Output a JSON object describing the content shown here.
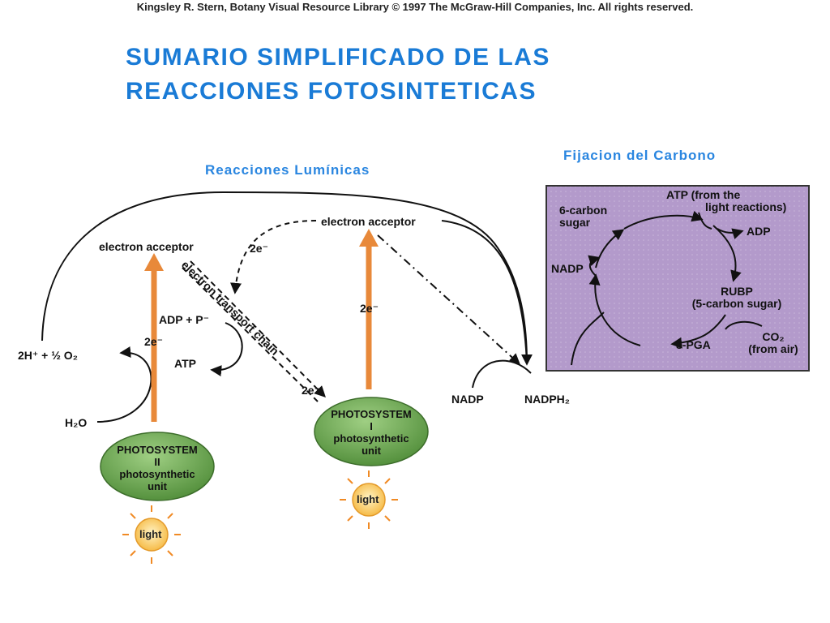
{
  "credit": "Kingsley R. Stern, Botany Visual Resource Library © 1997 The McGraw-Hill Companies, Inc. All rights reserved.",
  "title": {
    "line1": "SUMARIO SIMPLIFICADO DE LAS",
    "line2": "REACCIONES FOTOSINTETICAS"
  },
  "sections": {
    "light_reactions": "Reacciones Lumínicas",
    "carbon_fixation": "Fijacion del Carbono"
  },
  "light_reactions": {
    "electron_acceptor_left": "electron acceptor",
    "electron_acceptor_right": "electron acceptor",
    "two_e_top": "2e⁻",
    "two_e_left": "2e⁻",
    "two_e_mid": "2e⁻",
    "two_e_chain": "2e⁻",
    "adp_p": "ADP + P⁻",
    "atp": "ATP",
    "oxygen_h": "2H⁺ + ½ O₂",
    "water": "H₂O",
    "electron_transport_chain": "electron transport chain",
    "nadp": "NADP",
    "nadph2": "NADPH₂",
    "photosystem_2": [
      "PHOTOSYSTEM",
      "II",
      "photosynthetic",
      "unit"
    ],
    "photosystem_1": [
      "PHOTOSYSTEM",
      "I",
      "photosynthetic",
      "unit"
    ],
    "light_1": "light",
    "light_2": "light"
  },
  "calvin_cycle": {
    "atp_line1": "ATP (from the",
    "atp_line2": "light reactions)",
    "six_carbon_line1": "6-carbon",
    "six_carbon_line2": "sugar",
    "adp": "ADP",
    "nadp": "NADP",
    "rubp_line1": "RUBP",
    "rubp_line2": "(5-carbon sugar)",
    "pga": "3-PGA",
    "co2_line1": "CO₂",
    "co2_line2": "(from air)"
  },
  "colors": {
    "title_blue": "#1a7bd6",
    "photosystem_green": "#6aa84f",
    "arrow_orange": "#e8893a",
    "calvin_purple": "#b39acb",
    "sun_yellow": "#f7c04a"
  }
}
